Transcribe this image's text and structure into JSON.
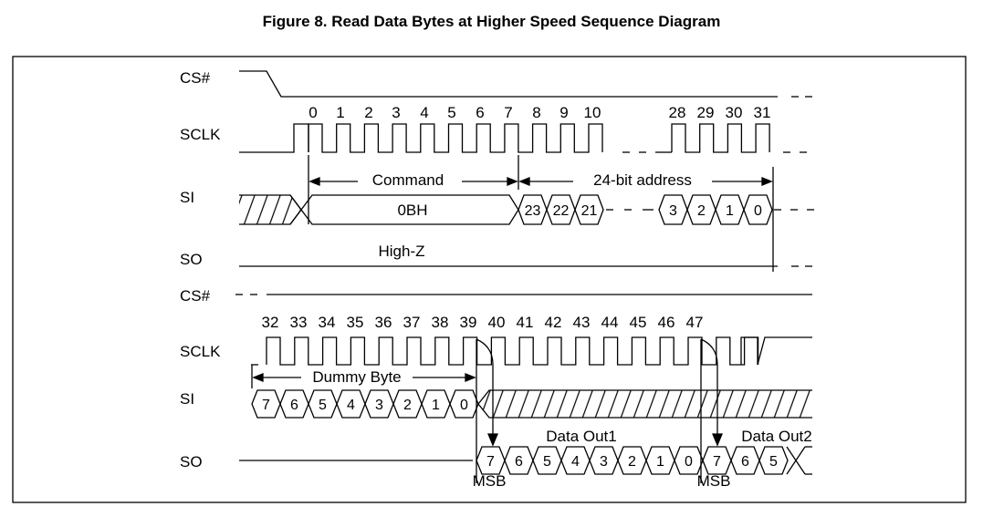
{
  "figure_title": "Figure 8. Read Data Bytes at Higher Speed Sequence Diagram",
  "signals_top": {
    "cs": "CS#",
    "sclk": "SCLK",
    "si": "SI",
    "so": "SO"
  },
  "signals_bottom": {
    "cs": "CS#",
    "sclk": "SCLK",
    "si": "SI",
    "so": "SO"
  },
  "clock_numbers_top": [
    "0",
    "1",
    "2",
    "3",
    "4",
    "5",
    "6",
    "7",
    "8",
    "9",
    "10",
    "28",
    "29",
    "30",
    "31"
  ],
  "clock_numbers_bottom": [
    "32",
    "33",
    "34",
    "35",
    "36",
    "37",
    "38",
    "39",
    "40",
    "41",
    "42",
    "43",
    "44",
    "45",
    "46",
    "47"
  ],
  "annotations": {
    "command": "Command",
    "address": "24-bit address",
    "opcode": "0BH",
    "high_z": "High-Z",
    "dummy_byte": "Dummy Byte",
    "data_out1": "Data Out1",
    "data_out2": "Data Out2",
    "msb1": "MSB",
    "msb2": "MSB"
  },
  "address_bits_high": [
    "23",
    "22",
    "21"
  ],
  "address_bits_low": [
    "3",
    "2",
    "1",
    "0"
  ],
  "dummy_bits": [
    "7",
    "6",
    "5",
    "4",
    "3",
    "2",
    "1",
    "0"
  ],
  "data_out_bits": [
    "7",
    "6",
    "5",
    "4",
    "3",
    "2",
    "1",
    "0",
    "7",
    "6",
    "5"
  ]
}
